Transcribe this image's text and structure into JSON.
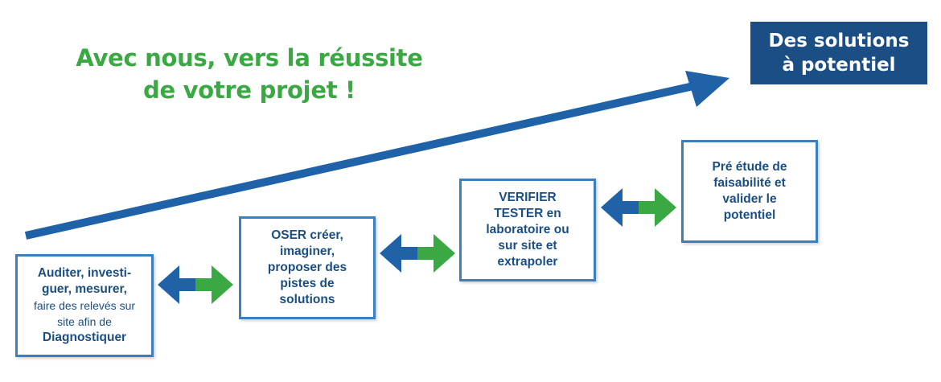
{
  "slogan": {
    "line1": "Avec nous, vers la réussite",
    "line2": "de votre projet !"
  },
  "result": {
    "line1": "Des solutions",
    "line2": "à potentiel"
  },
  "steps": [
    {
      "line1": "Auditer, investi-",
      "line2": "guer, mesurer,",
      "line3": "faire des relevés sur",
      "line4": "site afin de",
      "line5": "Diagnostiquer"
    },
    {
      "line1": "OSER créer,",
      "line2": "imaginer,",
      "line3": "proposer des",
      "line4": "pistes de",
      "line5": "solutions"
    },
    {
      "line1": "VERIFIER",
      "line2": "TESTER en",
      "line3": "laboratoire ou",
      "line4": "sur site et",
      "line5": "extrapoler"
    },
    {
      "line1": "Pré étude de",
      "line2": "faisabilité et",
      "line3": "valider le",
      "line4": "potentiel"
    }
  ],
  "colors": {
    "green": "#3aa843",
    "blue": "#1f62a8",
    "navy": "#1a4e84",
    "box_border": "#3a7fc0"
  },
  "icons": {
    "progress_arrow": "long-diagonal-arrow-icon",
    "connector": "double-arrow-icon"
  }
}
